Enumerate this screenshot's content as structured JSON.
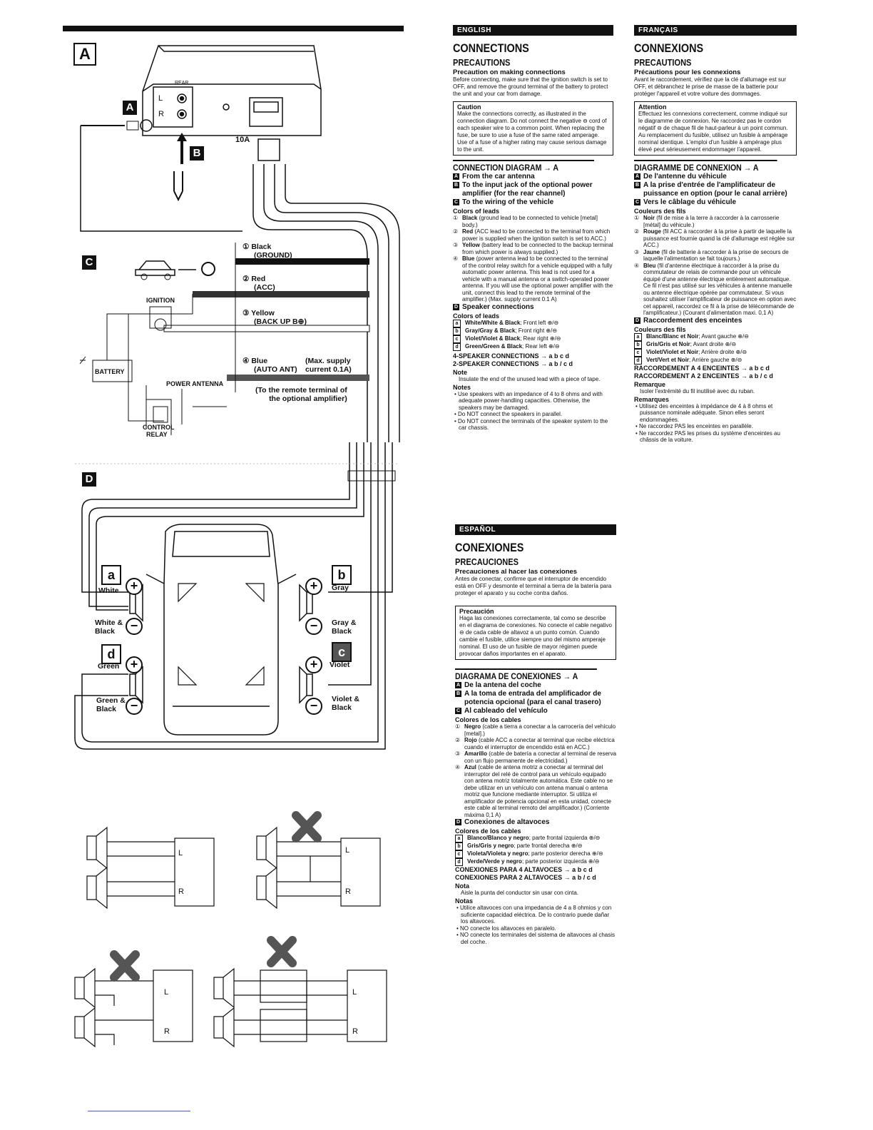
{
  "diagram": {
    "section_a": "A",
    "section_b": "B",
    "section_c": "C",
    "section_d": "D",
    "unit_rear": "REAR",
    "unit_l": "L",
    "unit_r": "R",
    "fuse": "10A",
    "leads": [
      {
        "num": "①",
        "name": "Black",
        "sub": "(GROUND)"
      },
      {
        "num": "②",
        "name": "Red",
        "sub": "(ACC)"
      },
      {
        "num": "③",
        "name": "Yellow",
        "sub": "(BACK UP B⊕)"
      },
      {
        "num": "④",
        "name": "Blue",
        "sub": "(AUTO ANT)"
      }
    ],
    "max_supply": "(Max. supply",
    "max_current": "current 0.1A)",
    "ignition": "IGNITION",
    "battery": "BATTERY",
    "power_antenna": "POWER ANTENNA",
    "control_relay_1": "CONTROL",
    "control_relay_2": "RELAY",
    "remote_1": "(To the remote terminal of",
    "remote_2": "the optional amplifier)",
    "speakers": {
      "a": {
        "letter": "a",
        "plus": "White",
        "minus": "White & Black"
      },
      "b": {
        "letter": "b",
        "plus": "Gray",
        "minus": "Gray & Black"
      },
      "c": {
        "letter": "c",
        "plus": "Violet",
        "minus": "Violet & Black"
      },
      "d": {
        "letter": "d",
        "plus": "Green",
        "minus": "Green & Black"
      }
    },
    "wiring_l": "L",
    "wiring_r": "R"
  },
  "english": {
    "lang": "ENGLISH",
    "title": "CONNECTIONS",
    "precautions": "PRECAUTIONS",
    "prec_sub": "Precaution on making connections",
    "prec_text": "Before connecting, make sure that the ignition switch is set to OFF, and remove the ground terminal of the battery to protect the unit and your car from damage.",
    "caution_title": "Caution",
    "caution_text": "Make the connections correctly, as illustrated in the connection diagram. Do not connect the negative ⊖ cord of each speaker wire to a common point. When replacing the fuse, be sure to use a fuse of the same rated amperage. Use of a fuse of a higher rating may cause serious damage to the unit.",
    "diagram_title": "CONNECTION DIAGRAM → A",
    "items": [
      {
        "b": "A",
        "t": "From the car antenna"
      },
      {
        "b": "B",
        "t": "To the input jack of the optional power amplifier (for the rear channel)"
      },
      {
        "b": "C",
        "t": "To the wiring of the vehicle"
      }
    ],
    "colors": "Colors of leads",
    "leads": [
      {
        "n": "①",
        "c": "Black",
        "t": "(ground lead to be connected to vehicle [metal] body.)"
      },
      {
        "n": "②",
        "c": "Red",
        "t": "(ACC lead to be connected to the terminal from which power is supplied when the ignition switch is set to ACC.)"
      },
      {
        "n": "③",
        "c": "Yellow",
        "t": "(battery lead to be connected to the backup terminal from which power is always supplied.)"
      },
      {
        "n": "④",
        "c": "Blue",
        "t": "(power antenna lead to be connected to the terminal of the control relay switch for a vehicle equipped with a fully automatic power antenna. This lead is not used for a vehicle with a manual antenna or a switch-operated power antenna. If you will use the optional power amplifier with the unit, connect this lead to the remote terminal of the amplifier.) (Max. supply current 0.1 A)"
      }
    ],
    "speaker_item": {
      "b": "D",
      "t": "Speaker connections"
    },
    "colors2": "Colors of leads",
    "spk_leads": [
      {
        "s": "a",
        "c": "White/White & Black",
        "t": "; Front left ⊕/⊖"
      },
      {
        "s": "b",
        "c": "Gray/Gray & Black",
        "t": "; Front right ⊕/⊖"
      },
      {
        "s": "c",
        "c": "Violet/Violet & Black",
        "t": "; Rear right ⊕/⊖"
      },
      {
        "s": "d",
        "c": "Green/Green & Black",
        "t": "; Rear left ⊕/⊖"
      }
    ],
    "conn4": "4-SPEAKER CONNECTIONS → a b c d",
    "conn2": "2-SPEAKER CONNECTIONS → a b / c d",
    "note_t": "Note",
    "note": "Insulate the end of the unused lead with a piece of tape.",
    "notes_t": "Notes",
    "notes": [
      "• Use speakers with an impedance of 4 to 8 ohms and with adequate power-handling capacities. Otherwise, the speakers may be damaged.",
      "• Do NOT connect the speakers in parallel.",
      "• Do NOT connect the terminals of the speaker system to the car chassis."
    ]
  },
  "francais": {
    "lang": "FRANÇAIS",
    "title": "CONNEXIONS",
    "precautions": "PRECAUTIONS",
    "prec_sub": "Précautions pour les connexions",
    "prec_text": "Avant le raccordement, vérifiez que la clé d'allumage est sur OFF, et débranchez le prise de masse de la batterie pour protéger l'appareil et votre voiture des dommages.",
    "caution_title": "Attention",
    "caution_text": "Effectuez les connexions correctement, comme indiqué sur le diagramme de connexion. Ne raccordez pas le cordon négatif ⊖ de chaque fil de haut-parleur à un point commun. Au remplacement du fusible, utilisez un fusible à ampérage nominal identique. L'emploi d'un fusible à ampérage plus élevé peut sérieusement endommager l'appareil.",
    "diagram_title": "DIAGRAMME DE CONNEXION → A",
    "items": [
      {
        "b": "A",
        "t": "De l'antenne du véhicule"
      },
      {
        "b": "B",
        "t": "A la prise d'entrée de l'amplificateur de puissance en option (pour le canal arrière)"
      },
      {
        "b": "C",
        "t": "Vers le câblage du véhicule"
      }
    ],
    "colors": "Couleurs des fils",
    "leads": [
      {
        "n": "①",
        "c": "Noir",
        "t": "(fil de mise à la terre à raccorder à la carrosserie [métal] du véhicule.)"
      },
      {
        "n": "②",
        "c": "Rouge",
        "t": "(fil ACC à raccorder à la prise à partir de laquelle la puissance est fournie quand la clé d'allumage est réglée sur ACC.)"
      },
      {
        "n": "③",
        "c": "Jaune",
        "t": "(fil de batterie à raccorder à la prise de secours de laquelle l'alimentation se fait toujours.)"
      },
      {
        "n": "④",
        "c": "Bleu",
        "t": "(fil d'antenne électrique à raccorder à la prise du commutateur de relais de commande pour un véhicule équipé d'une antenne électrique entièrement automatique. Ce fil n'est pas utilisé sur les véhicules à antenne manuelle ou antenne électrique opérée par commutateur. Si vous souhaitez utiliser l'amplificateur de puissance en option avec cet appareil, raccordez ce fil à la prise de télécommande de l'amplificateur.) (Courant d'alimentation maxi. 0,1 A)"
      }
    ],
    "speaker_item": {
      "b": "D",
      "t": "Raccordement des enceintes"
    },
    "colors2": "Couleurs des fils",
    "spk_leads": [
      {
        "s": "a",
        "c": "Blanc/Blanc et Noir",
        "t": "; Avant gauche ⊕/⊖"
      },
      {
        "s": "b",
        "c": "Gris/Gris et Noir",
        "t": "; Avant droite ⊕/⊖"
      },
      {
        "s": "c",
        "c": "Violet/Violet et Noir",
        "t": "; Arrière droite ⊕/⊖"
      },
      {
        "s": "d",
        "c": "Vert/Vert et Noir",
        "t": "; Arrière gauche ⊕/⊖"
      }
    ],
    "conn4": "RACCORDEMENT A 4 ENCEINTES → a b c d",
    "conn2": "RACCORDEMENT A 2 ENCEINTES → a b / c d",
    "note_t": "Remarque",
    "note": "Isoler l'extrémité du fil inutilisé avec du ruban.",
    "notes_t": "Remarques",
    "notes": [
      "• Utilisez des enceintes à impédance de 4 à 8 ohms et puissance nominale adéquate. Sinon elles seront endommagées.",
      "• Ne raccordez PAS les enceintes en parallèle.",
      "• Ne raccordez PAS les prises du système d'enceintes au châssis de la voiture."
    ]
  },
  "espanol": {
    "lang": "ESPAÑOL",
    "title": "CONEXIONES",
    "precautions": "PRECAUCIONES",
    "prec_sub": "Precauciones al hacer las conexiones",
    "prec_text": "Antes de conectar, confirme que el interruptor de encendido está en OFF y desmonte el terminal a tierra de la batería para proteger el aparato y su coche contra daños.",
    "caution_title": "Precaución",
    "caution_text": "Haga las conexiones correctamente, tal como se describe en el diagrama de conexiones. No conecte el cable negativo ⊖ de cada cable de altavoz a un punto común. Cuando cambie el fusible, utilice siempre uno del mismo amperaje nominal. El uso de un fusible de mayor régimen puede provocar daños importantes en el aparato.",
    "diagram_title": "DIAGRAMA DE CONEXIONES → A",
    "items": [
      {
        "b": "A",
        "t": "De la antena del coche"
      },
      {
        "b": "B",
        "t": "A la toma de entrada del amplificador de potencia opcional (para el canal trasero)"
      },
      {
        "b": "C",
        "t": "Al cableado del vehículo"
      }
    ],
    "colors": "Colores de los cables",
    "leads": [
      {
        "n": "①",
        "c": "Negro",
        "t": "(cable a tierra a conectar a la carrocería del vehículo [metal].)"
      },
      {
        "n": "②",
        "c": "Rojo",
        "t": "(cable ACC a conectar al terminal que recibe eléctrica cuando el interruptor de encendido está en ACC.)"
      },
      {
        "n": "③",
        "c": "Amarillo",
        "t": "(cable de batería a conectar al terminal de reserva con un flujo permanente de electricidad.)"
      },
      {
        "n": "④",
        "c": "Azul",
        "t": "(cable de antena motriz a conectar al terminal del interruptor del relé de control para un vehículo equipado con antena motriz totalmente automática. Este cable no se debe utilizar en un vehículo con antena manual o antena motriz que funcione mediante interruptor. Si utiliza el amplificador de potencia opcional en esta unidad, conecte este cable al terminal remoto del amplificador.) (Corriente máxima 0,1 A)"
      }
    ],
    "speaker_item": {
      "b": "D",
      "t": "Conexiones de altavoces"
    },
    "colors2": "Colores de los cables",
    "spk_leads": [
      {
        "s": "a",
        "c": "Blanco/Blanco y negro",
        "t": "; parte frontal izquierda ⊕/⊖"
      },
      {
        "s": "b",
        "c": "Gris/Gris y negro",
        "t": "; parte frontal derecha ⊕/⊖"
      },
      {
        "s": "c",
        "c": "Violeta/Violeta y negro",
        "t": "; parte posterior derecha ⊕/⊖"
      },
      {
        "s": "d",
        "c": "Verde/Verde y negro",
        "t": "; parte posterior izquierda ⊕/⊖"
      }
    ],
    "conn4": "CONEXIONES PARA 4 ALTAVOCES → a b c d",
    "conn2": "CONEXIONES PARA 2 ALTAVOCES → a b / c d",
    "note_t": "Nota",
    "note": "Aisle la punta del conductor sin usar con cinta.",
    "notes_t": "Notas",
    "notes": [
      "• Utilice altavoces con una impedancia de 4 a 8 ohmios y con suficiente capacidad eléctrica. De lo contrario puede dañar los altavoces.",
      "• NO conecte los altavoces en paralelo.",
      "• NO conecte los terminales del sistema de altavoces al chasis del coche."
    ]
  }
}
